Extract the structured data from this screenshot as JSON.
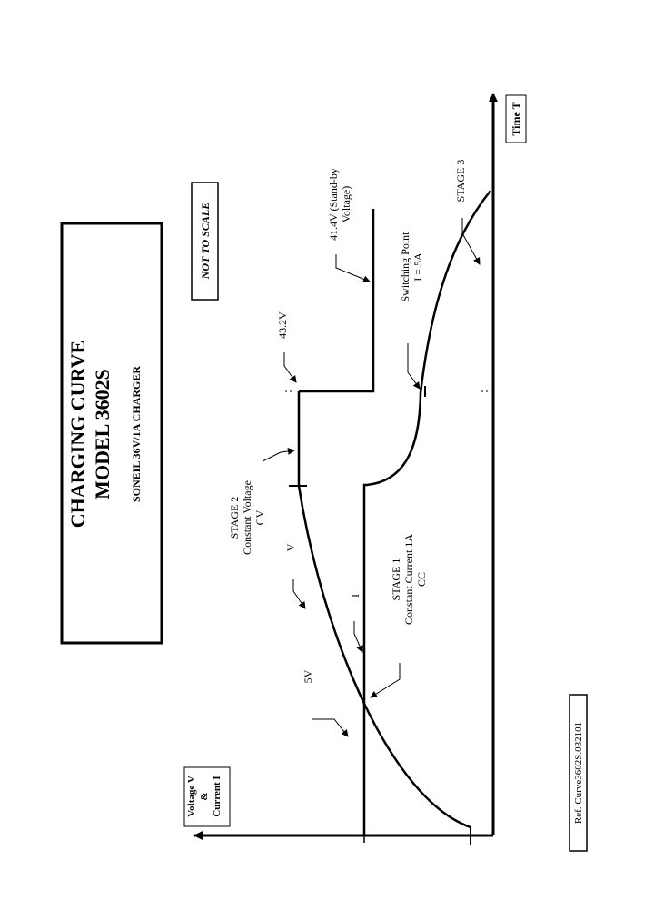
{
  "title": {
    "line1": "CHARGING CURVE",
    "line2": "MODEL 3602S",
    "subtitle": "SONEIL 36V/1A CHARGER"
  },
  "not_to_scale": "NOT TO SCALE",
  "axes": {
    "y_label": [
      "Voltage V",
      "&",
      "Current I"
    ],
    "x_label": "Time T"
  },
  "annotations": {
    "v_5v": "5V",
    "v_43_2": "43.2V",
    "v_41_4": [
      "41.4V (Stand-by",
      "Voltage)"
    ],
    "curve_v": "V",
    "curve_i": "I",
    "stage1": [
      "STAGE 1",
      "Constant Current 1A",
      "CC"
    ],
    "stage2": [
      "STAGE 2",
      "Constant Voltage",
      "CV"
    ],
    "stage3": "STAGE 3",
    "switching": [
      "Switching Point",
      "I =.5A"
    ]
  },
  "ref": "Ref. Curve3602S.032101"
}
